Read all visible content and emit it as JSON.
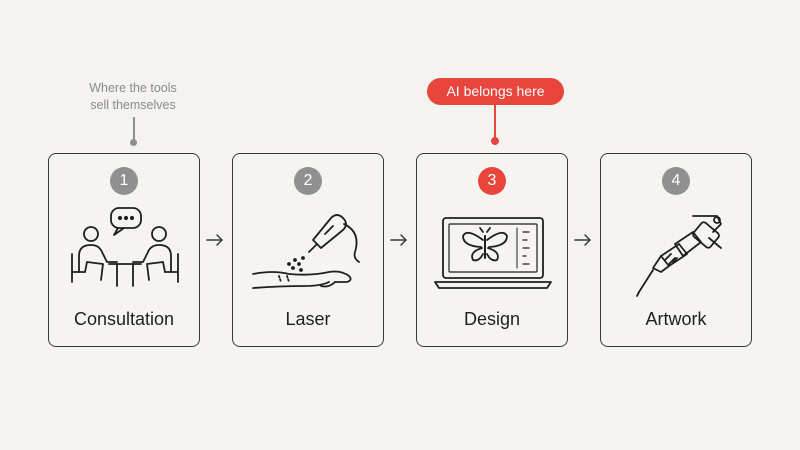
{
  "annotations": {
    "tools_note_line1": "Where the tools",
    "tools_note_line2": "sell themselves",
    "ai_pill": "AI belongs here"
  },
  "steps": [
    {
      "number": "1",
      "label": "Consultation",
      "icon": "consultation-icon",
      "highlighted": false
    },
    {
      "number": "2",
      "label": "Laser",
      "icon": "laser-icon",
      "highlighted": false
    },
    {
      "number": "3",
      "label": "Design",
      "icon": "laptop-butterfly-icon",
      "highlighted": true
    },
    {
      "number": "4",
      "label": "Artwork",
      "icon": "tattoo-machine-icon",
      "highlighted": false
    }
  ],
  "colors": {
    "accent": "#e8453c",
    "neutral_badge": "#909090",
    "background": "#f5f3ef",
    "stroke": "#1f1f1f"
  }
}
